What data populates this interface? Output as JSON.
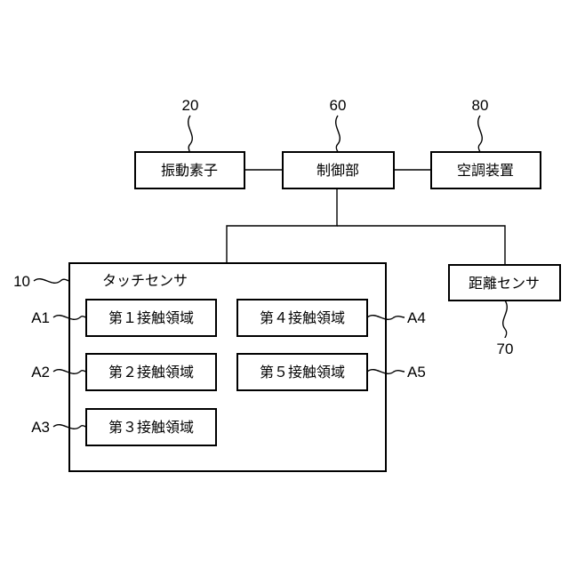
{
  "blocks": {
    "vibration": "振動素子",
    "controller": "制御部",
    "aircon": "空調装置",
    "touch_sensor": "タッチセンサ",
    "distance_sensor": "距離センサ",
    "area1": "第１接触領域",
    "area2": "第２接触領域",
    "area3": "第３接触領域",
    "area4": "第４接触領域",
    "area5": "第５接触領域"
  },
  "refs": {
    "vibration": "20",
    "controller": "60",
    "aircon": "80",
    "touch_sensor": "10",
    "distance_sensor": "70",
    "area1": "A1",
    "area2": "A2",
    "area3": "A3",
    "area4": "A4",
    "area5": "A5"
  }
}
